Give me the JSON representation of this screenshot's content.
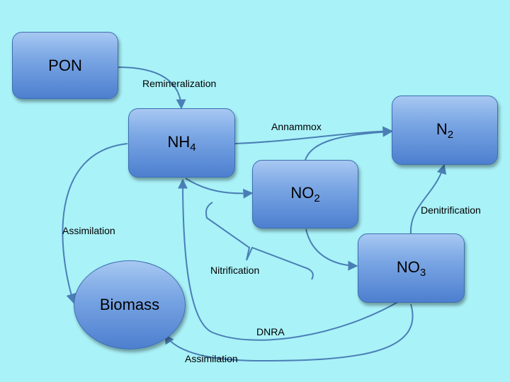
{
  "colors": {
    "background": "#a9f2f8",
    "node_light": "#a7c8f2",
    "node_dark": "#4d7fcf",
    "arrow": "#4a7fb5"
  },
  "nodes": {
    "pon": {
      "label": "PON"
    },
    "nh4": {
      "label": "NH",
      "sub": "4"
    },
    "no2": {
      "label": "NO",
      "sub": "2"
    },
    "no3": {
      "label": "NO",
      "sub": "3"
    },
    "n2": {
      "label": "N",
      "sub": "2"
    },
    "biomass": {
      "label": "Biomass"
    }
  },
  "edges": {
    "remineralization": "Remineralization",
    "annammox": "Annammox",
    "nitrification": "Nitrification",
    "denitrification": "Denitrification",
    "assimilation_nh4": "Assimilation",
    "dnra": "DNRA",
    "assimilation_no3": "Assimilation"
  }
}
